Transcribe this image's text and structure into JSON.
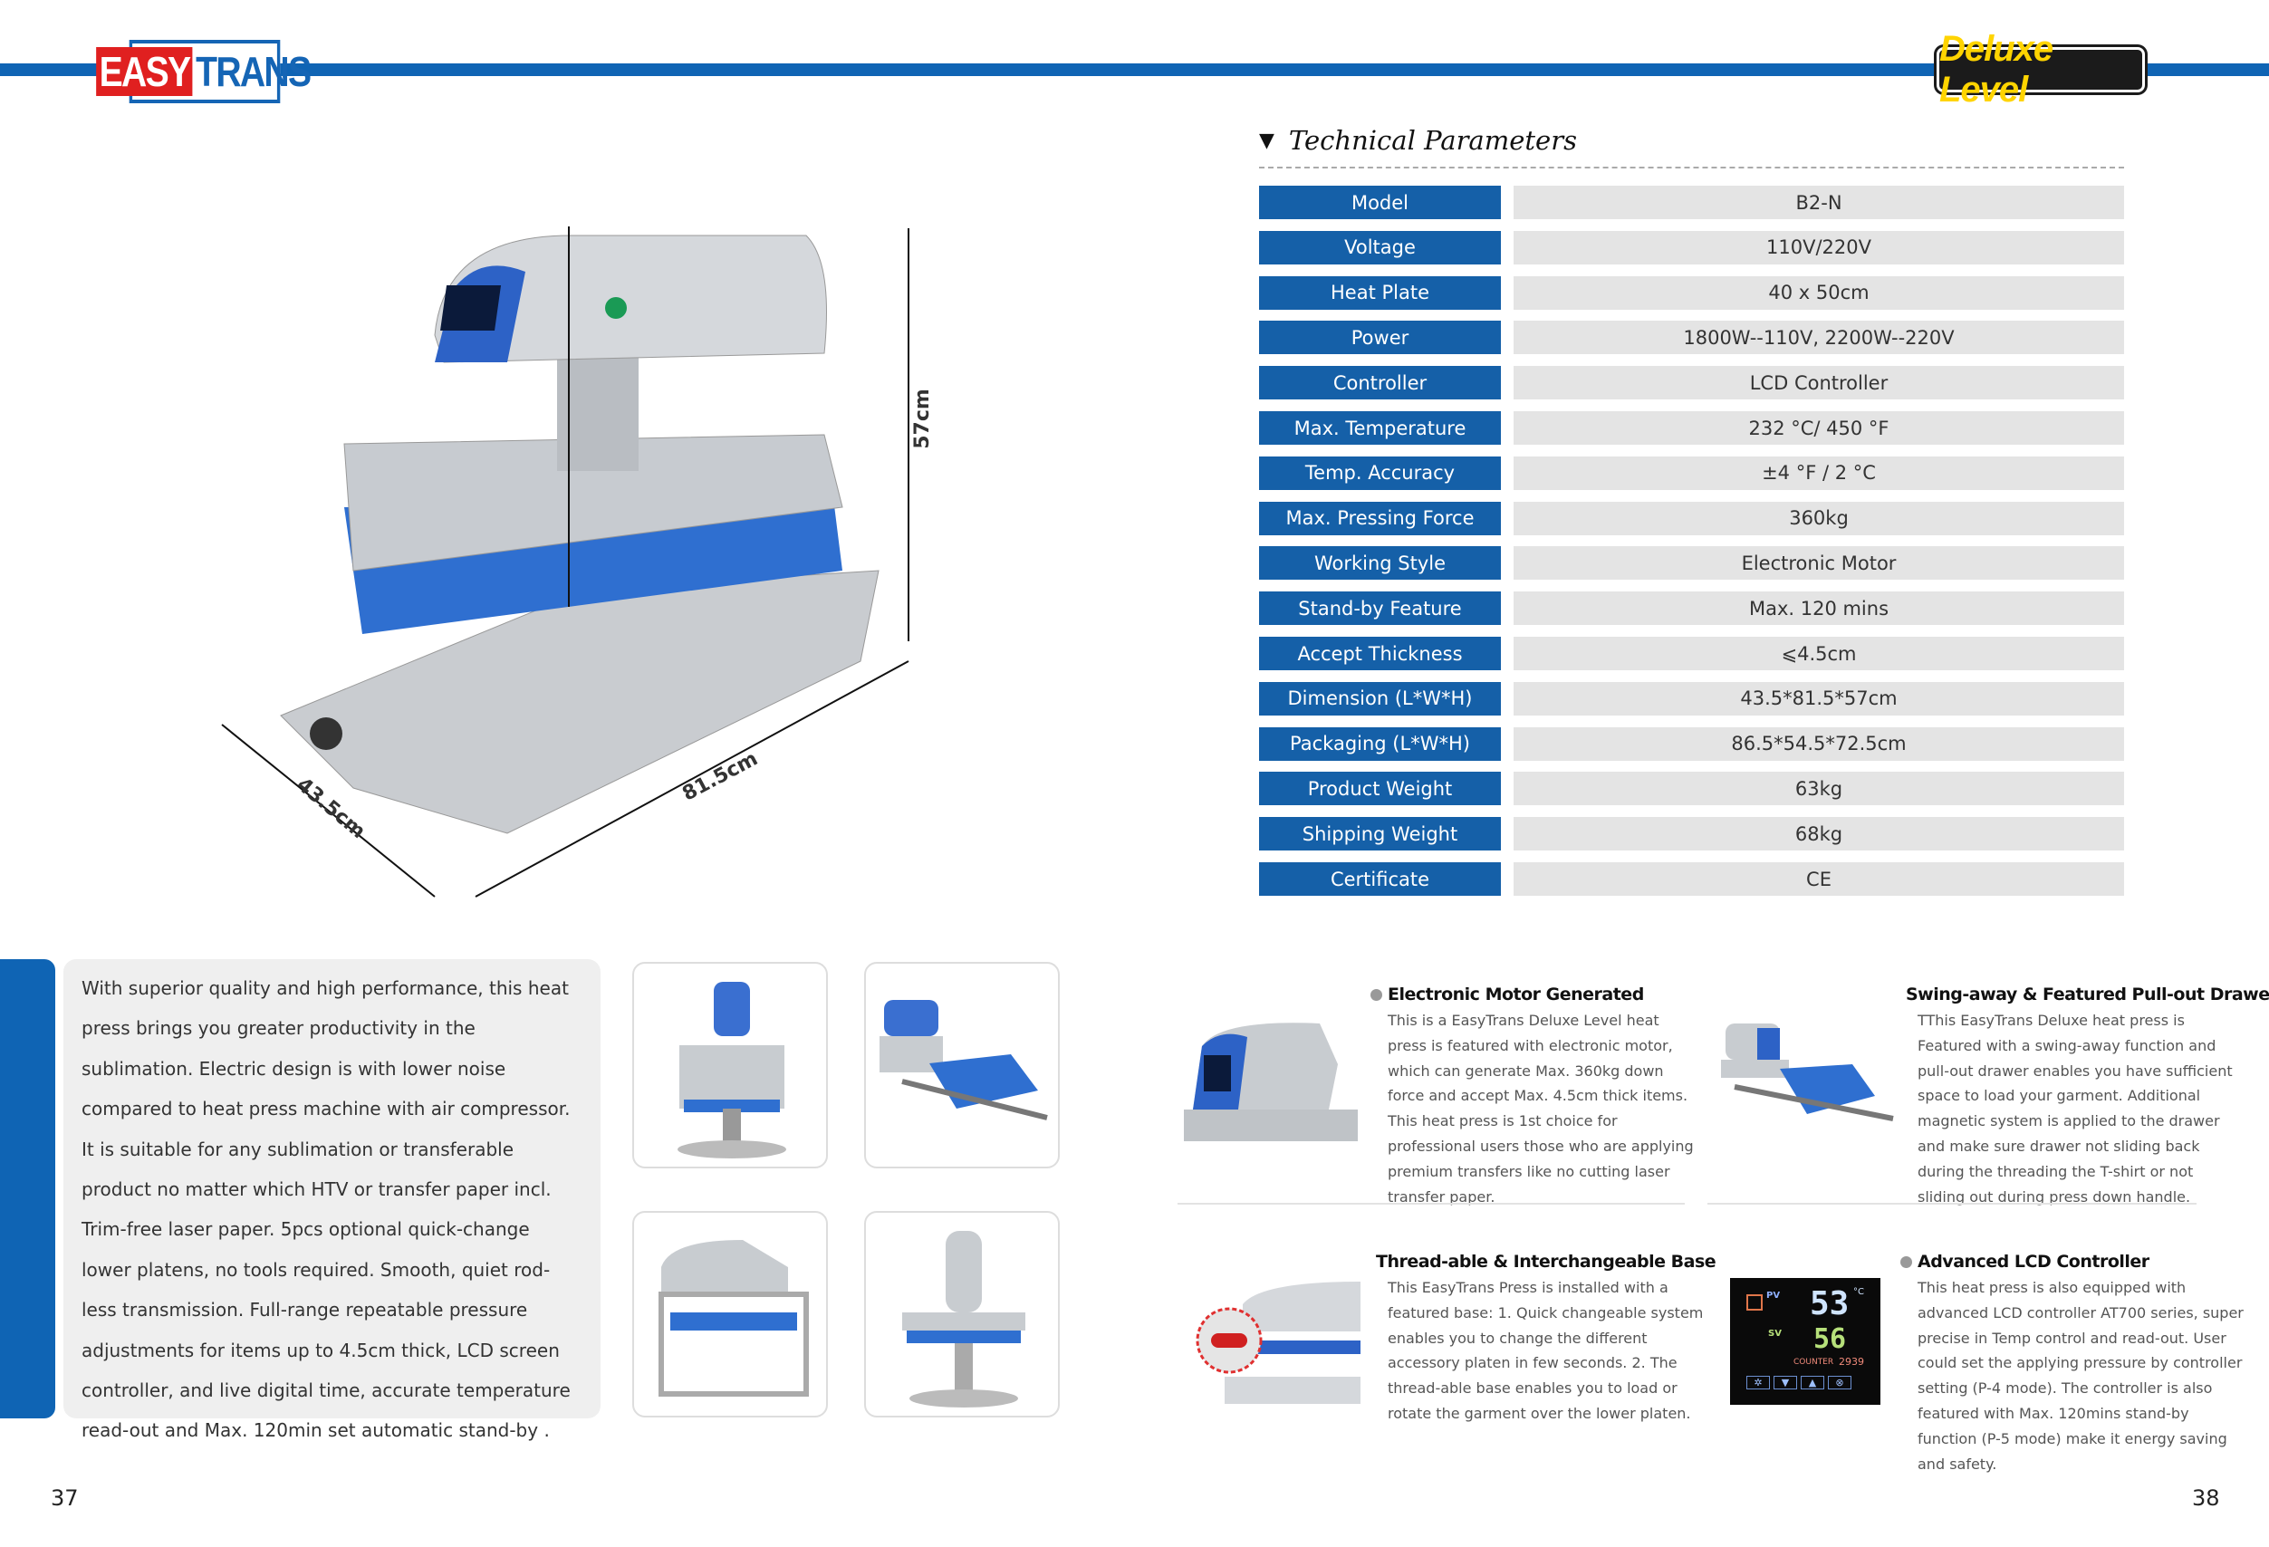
{
  "header": {
    "logo_easy": "EASY",
    "logo_trans": "TRANS",
    "badge": "Deluxe Level"
  },
  "params": {
    "title": "Technical Parameters",
    "rows": [
      {
        "k": "Model",
        "v": "B2-N"
      },
      {
        "k": "Voltage",
        "v": "110V/220V"
      },
      {
        "k": "Heat Plate",
        "v": "40 x 50cm"
      },
      {
        "k": "Power",
        "v": "1800W--110V, 2200W--220V"
      },
      {
        "k": "Controller",
        "v": "LCD Controller"
      },
      {
        "k": "Max. Temperature",
        "v": "232 °C/ 450 °F"
      },
      {
        "k": "Temp. Accuracy",
        "v": "±4 °F / 2 °C"
      },
      {
        "k": "Max. Pressing Force",
        "v": "360kg"
      },
      {
        "k": "Working Style",
        "v": "Electronic Motor"
      },
      {
        "k": "Stand-by Feature",
        "v": "Max. 120 mins"
      },
      {
        "k": "Accept Thickness",
        "v": "⩽4.5cm"
      },
      {
        "k": "Dimension (L*W*H)",
        "v": "43.5*81.5*57cm"
      },
      {
        "k": "Packaging (L*W*H)",
        "v": "86.5*54.5*72.5cm"
      },
      {
        "k": "Product Weight",
        "v": "63kg"
      },
      {
        "k": "Shipping Weight",
        "v": "68kg"
      },
      {
        "k": "Certificate",
        "v": "CE"
      }
    ]
  },
  "dimensions": {
    "height": "57cm",
    "length": "81.5cm",
    "width": "43.5cm"
  },
  "description": "With superior quality and high performance, this heat press brings you greater productivity in the sublimation. Electric design is with lower noise compared to heat press machine with air compressor. It is suitable for any sublimation or transferable product no matter which HTV or transfer paper incl. Trim-free laser paper. 5pcs optional quick-change lower platens, no tools required. Smooth, quiet rod-less transmission. Full-range repeatable pressure adjustments for items up to 4.5cm thick, LCD screen controller, and live digital time, accurate temperature read-out and Max. 120min set automatic stand-by .",
  "features": [
    {
      "title": "Electronic Motor Generated",
      "text": "This is a EasyTrans Deluxe Level heat press is featured with electronic motor, which can generate Max. 360kg down force and accept Max. 4.5cm thick items. This heat press is 1st choice for professional users those who are applying premium transfers like no cutting laser transfer paper."
    },
    {
      "title": "Swing-away & Featured Pull-out Drawer",
      "text": "TThis EasyTrans Deluxe heat press is Featured with a swing-away function and pull-out drawer enables you have sufficient space to load your garment. Additional magnetic system is applied to the drawer and make sure drawer not sliding back during the threading the T-shirt or not sliding out during press down handle."
    },
    {
      "title": "Thread-able & Interchangeable Base",
      "text": "This EasyTrans Press is installed with a featured base: 1. Quick changeable system enables you to change the different accessory platen in few seconds. 2. The thread-able base enables you to load or rotate the garment over the lower platen."
    },
    {
      "title": "Advanced LCD Controller",
      "text": "This heat press is also equipped with advanced LCD controller AT700 series, super precise in Temp control and read-out. User could set the applying pressure by controller setting (P-4 mode). The controller is also featured with Max. 120mins stand-by function (P-5 mode) make it energy saving and safety."
    }
  ],
  "lcd": {
    "pv_label": "PV",
    "sv_label": "SV",
    "pv": "53",
    "sv": "56",
    "unit": "°C",
    "counter_label": "COUNTER",
    "counter": "2939"
  },
  "pages": {
    "left": "37",
    "right": "38"
  }
}
